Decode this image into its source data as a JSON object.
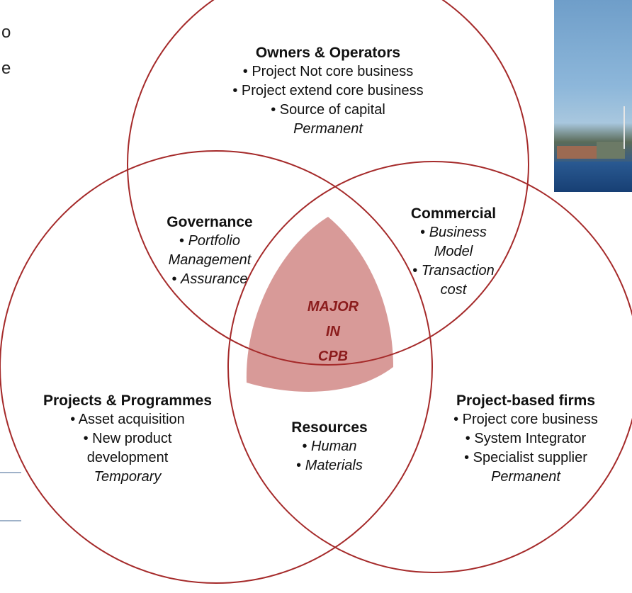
{
  "colors": {
    "circle_stroke": "#a52a2a",
    "center_fill": "#d89a98",
    "center_text": "#8b1c1c",
    "photo_sky": "#8db7da",
    "photo_water": "#1f4e86",
    "rule": "#9fb2c9"
  },
  "left_fragment": {
    "line1": "o",
    "line2": "e"
  },
  "owners": {
    "title": "Owners & Operators",
    "items": [
      "Project Not core business",
      "Project extend core business",
      "Source of capital"
    ],
    "tag": "Permanent"
  },
  "governance": {
    "title": "Governance",
    "items": [
      "Portfolio",
      "Management",
      "Assurance"
    ]
  },
  "commercial": {
    "title": "Commercial",
    "items": [
      "Business",
      "Model",
      "Transaction",
      "cost"
    ]
  },
  "center": {
    "line1": "MAJOR",
    "line2": "IN",
    "line3": "CPB"
  },
  "projects": {
    "title": "Projects & Programmes",
    "items": [
      "Asset acquisition",
      "New product",
      "development"
    ],
    "tag": "Temporary"
  },
  "resources": {
    "title": "Resources",
    "items": [
      "Human",
      "Materials"
    ]
  },
  "firms": {
    "title": "Project-based firms",
    "items": [
      "Project core business",
      "System Integrator",
      "Specialist supplier"
    ],
    "tag": "Permanent"
  }
}
